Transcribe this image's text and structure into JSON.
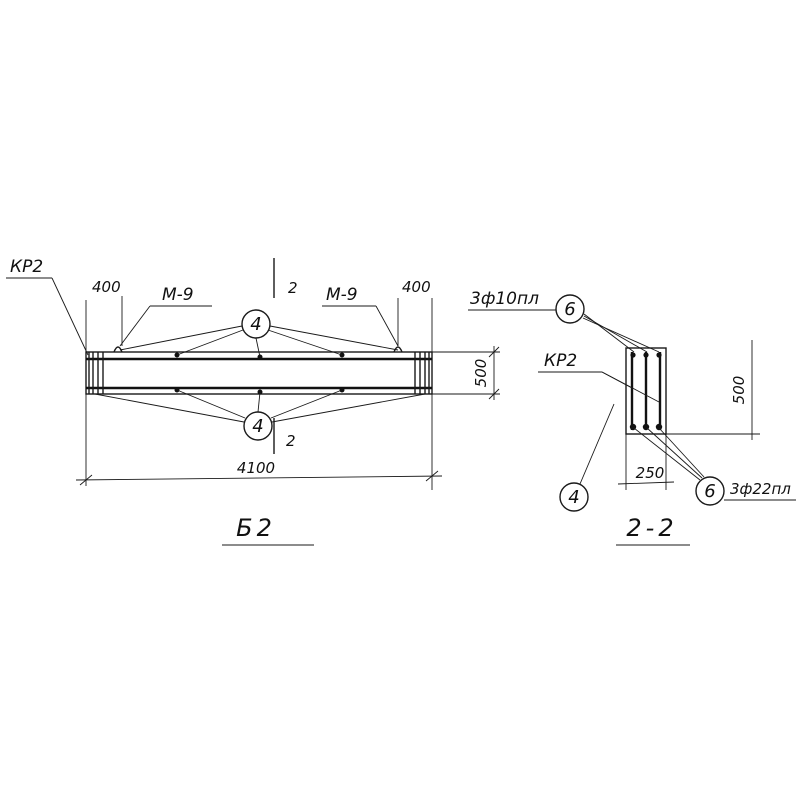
{
  "elevation": {
    "title": "Б2",
    "cage_label": "КР2",
    "loop_label_left": "М-9",
    "loop_label_right": "М-9",
    "overhang_left": "400",
    "overhang_right": "400",
    "height": "500",
    "length": "4100",
    "callout_top": "4",
    "callout_bottom": "4",
    "section_mark_top": "2",
    "section_mark_bottom": "2"
  },
  "section": {
    "title": "2-2",
    "cage_label": "КР2",
    "top_bars_label": "3ф10пл",
    "bottom_bars_label": "3ф22пл",
    "callout_top": "6",
    "callout_bottom": "6",
    "callout_stirrup": "4",
    "height": "500",
    "width": "250"
  }
}
